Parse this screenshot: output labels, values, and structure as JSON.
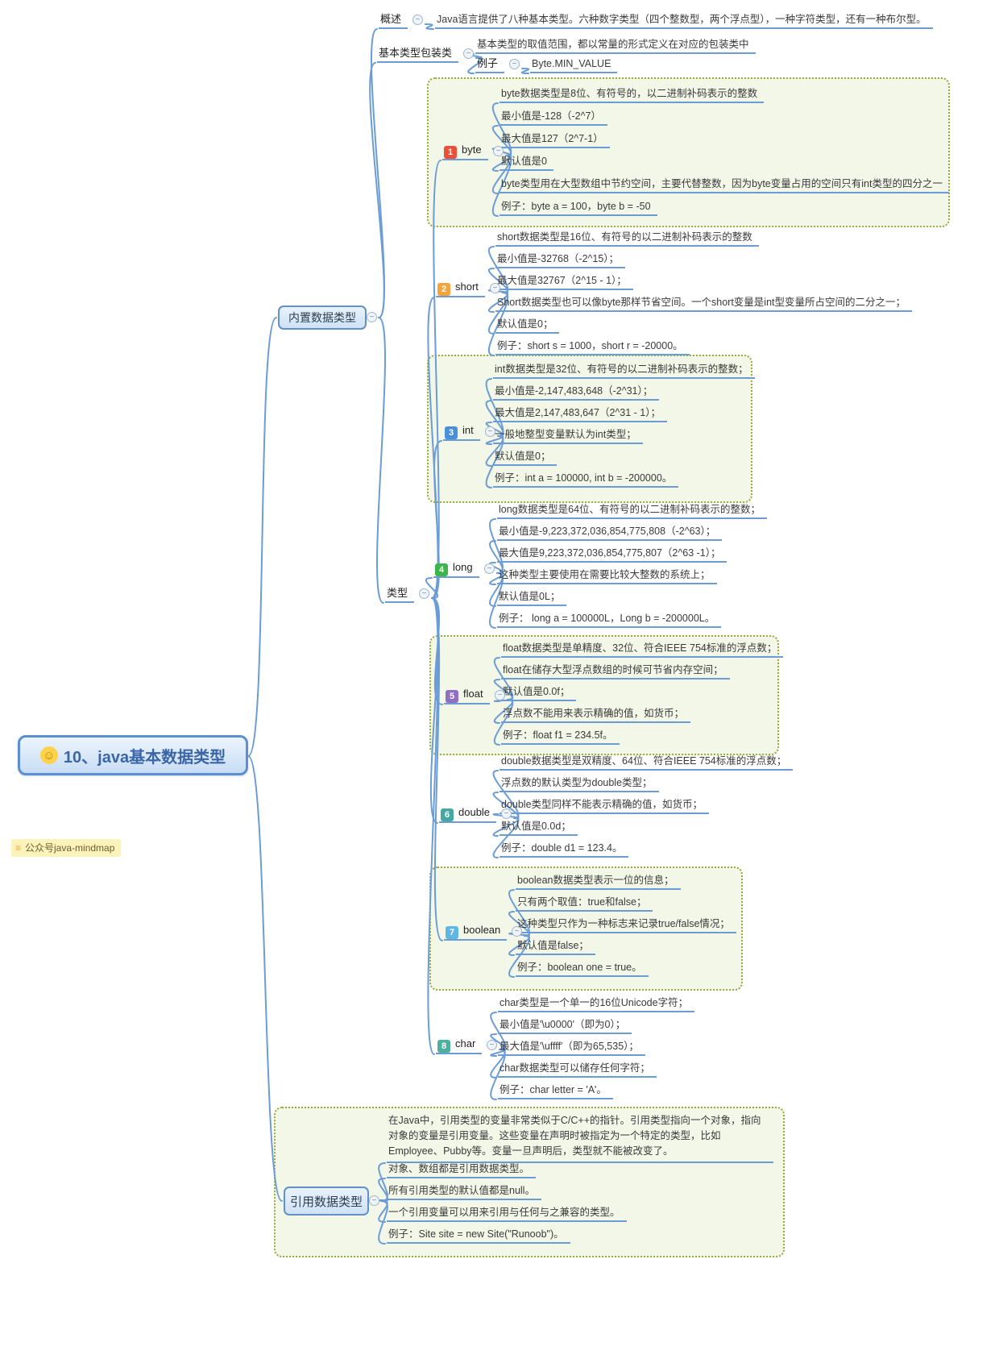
{
  "theme": {
    "line_color": "#6b9cd6",
    "boundary_border": "#9aa93e",
    "boundary_fill": "#f3f7e8",
    "pill_border": "#6290c8",
    "note_bg": "#fcf3ba"
  },
  "root": {
    "emoji": "☺",
    "label": "10、java基本数据类型"
  },
  "note": {
    "label": "公众号java-mindmap"
  },
  "builtin": {
    "label": "内置数据类型",
    "overview": {
      "label": "概述",
      "text": "Java语言提供了八种基本类型。六种数字类型（四个整数型，两个浮点型），一种字符类型，还有一种布尔型。"
    },
    "wrapper": {
      "label": "基本类型包装类",
      "text": "基本类型的取值范围，都以常量的形式定义在对应的包装类中",
      "example_label": "例子",
      "example": "Byte.MIN_VALUE"
    },
    "types": {
      "label": "类型",
      "items": [
        {
          "num": "1",
          "name": "byte",
          "color": "#e8503a",
          "details": [
            "byte数据类型是8位、有符号的，以二进制补码表示的整数",
            "最小值是-128（-2^7）",
            "最大值是127（2^7-1）",
            "默认值是0",
            "byte类型用在大型数组中节约空间，主要代替整数，因为byte变量占用的空间只有int类型的四分之一",
            "例子：byte a = 100，byte b = -50"
          ]
        },
        {
          "num": "2",
          "name": "short",
          "color": "#f5a43b",
          "details": [
            "short数据类型是16位、有符号的以二进制补码表示的整数",
            "最小值是-32768（-2^15）；",
            "最大值是32767（2^15 - 1）；",
            "Short数据类型也可以像byte那样节省空间。一个short变量是int型变量所占空间的二分之一；",
            "默认值是0；",
            "例子：short s = 1000，short r = -20000。"
          ]
        },
        {
          "num": "3",
          "name": "int",
          "color": "#4a90d9",
          "details": [
            "int数据类型是32位、有符号的以二进制补码表示的整数；",
            "最小值是-2,147,483,648（-2^31）；",
            "最大值是2,147,483,647（2^31 - 1）；",
            "一般地整型变量默认为int类型；",
            "默认值是0；",
            "例子：int a = 100000, int b = -200000。"
          ]
        },
        {
          "num": "4",
          "name": "long",
          "color": "#3cb54a",
          "details": [
            "long数据类型是64位、有符号的以二进制补码表示的整数；",
            "最小值是-9,223,372,036,854,775,808（-2^63）；",
            "最大值是9,223,372,036,854,775,807（2^63 -1）；",
            "这种类型主要使用在需要比较大整数的系统上；",
            "默认值是0L；",
            "例子： long a = 100000L，Long b = -200000L。"
          ]
        },
        {
          "num": "5",
          "name": "float",
          "color": "#8f6fc4",
          "details": [
            "float数据类型是单精度、32位、符合IEEE 754标准的浮点数；",
            "float在储存大型浮点数组的时候可节省内存空间；",
            "默认值是0.0f；",
            "浮点数不能用来表示精确的值，如货币；",
            "例子：float f1 = 234.5f。"
          ]
        },
        {
          "num": "6",
          "name": "double",
          "color": "#46a8a3",
          "details": [
            "double数据类型是双精度、64位、符合IEEE 754标准的浮点数；",
            "浮点数的默认类型为double类型；",
            "double类型同样不能表示精确的值，如货币；",
            "默认值是0.0d；",
            "例子：double d1 = 123.4。"
          ]
        },
        {
          "num": "7",
          "name": "boolean",
          "color": "#5fb6e5",
          "details": [
            "boolean数据类型表示一位的信息；",
            "只有两个取值：true和false；",
            "这种类型只作为一种标志来记录true/false情况；",
            "默认值是false；",
            "例子：boolean one = true。"
          ]
        },
        {
          "num": "8",
          "name": "char",
          "color": "#4daf9e",
          "details": [
            "char类型是一个单一的16位Unicode字符；",
            "最小值是'\\u0000'（即为0）；",
            "最大值是'\\uffff'（即为65,535）；",
            "char数据类型可以储存任何字符；",
            "例子：char letter = 'A'。"
          ]
        }
      ]
    }
  },
  "reference": {
    "label": "引用数据类型",
    "intro": "在Java中，引用类型的变量非常类似于C/C++的指针。引用类型指向一个对象，指向对象的变量是引用变量。这些变量在声明时被指定为一个特定的类型，比如Employee、Pubby等。变量一旦声明后，类型就不能被改变了。",
    "details": [
      "对象、数组都是引用数据类型。",
      "所有引用类型的默认值都是null。",
      "一个引用变量可以用来引用与任何与之兼容的类型。",
      "例子：Site site = new Site(\"Runoob\")。"
    ]
  }
}
